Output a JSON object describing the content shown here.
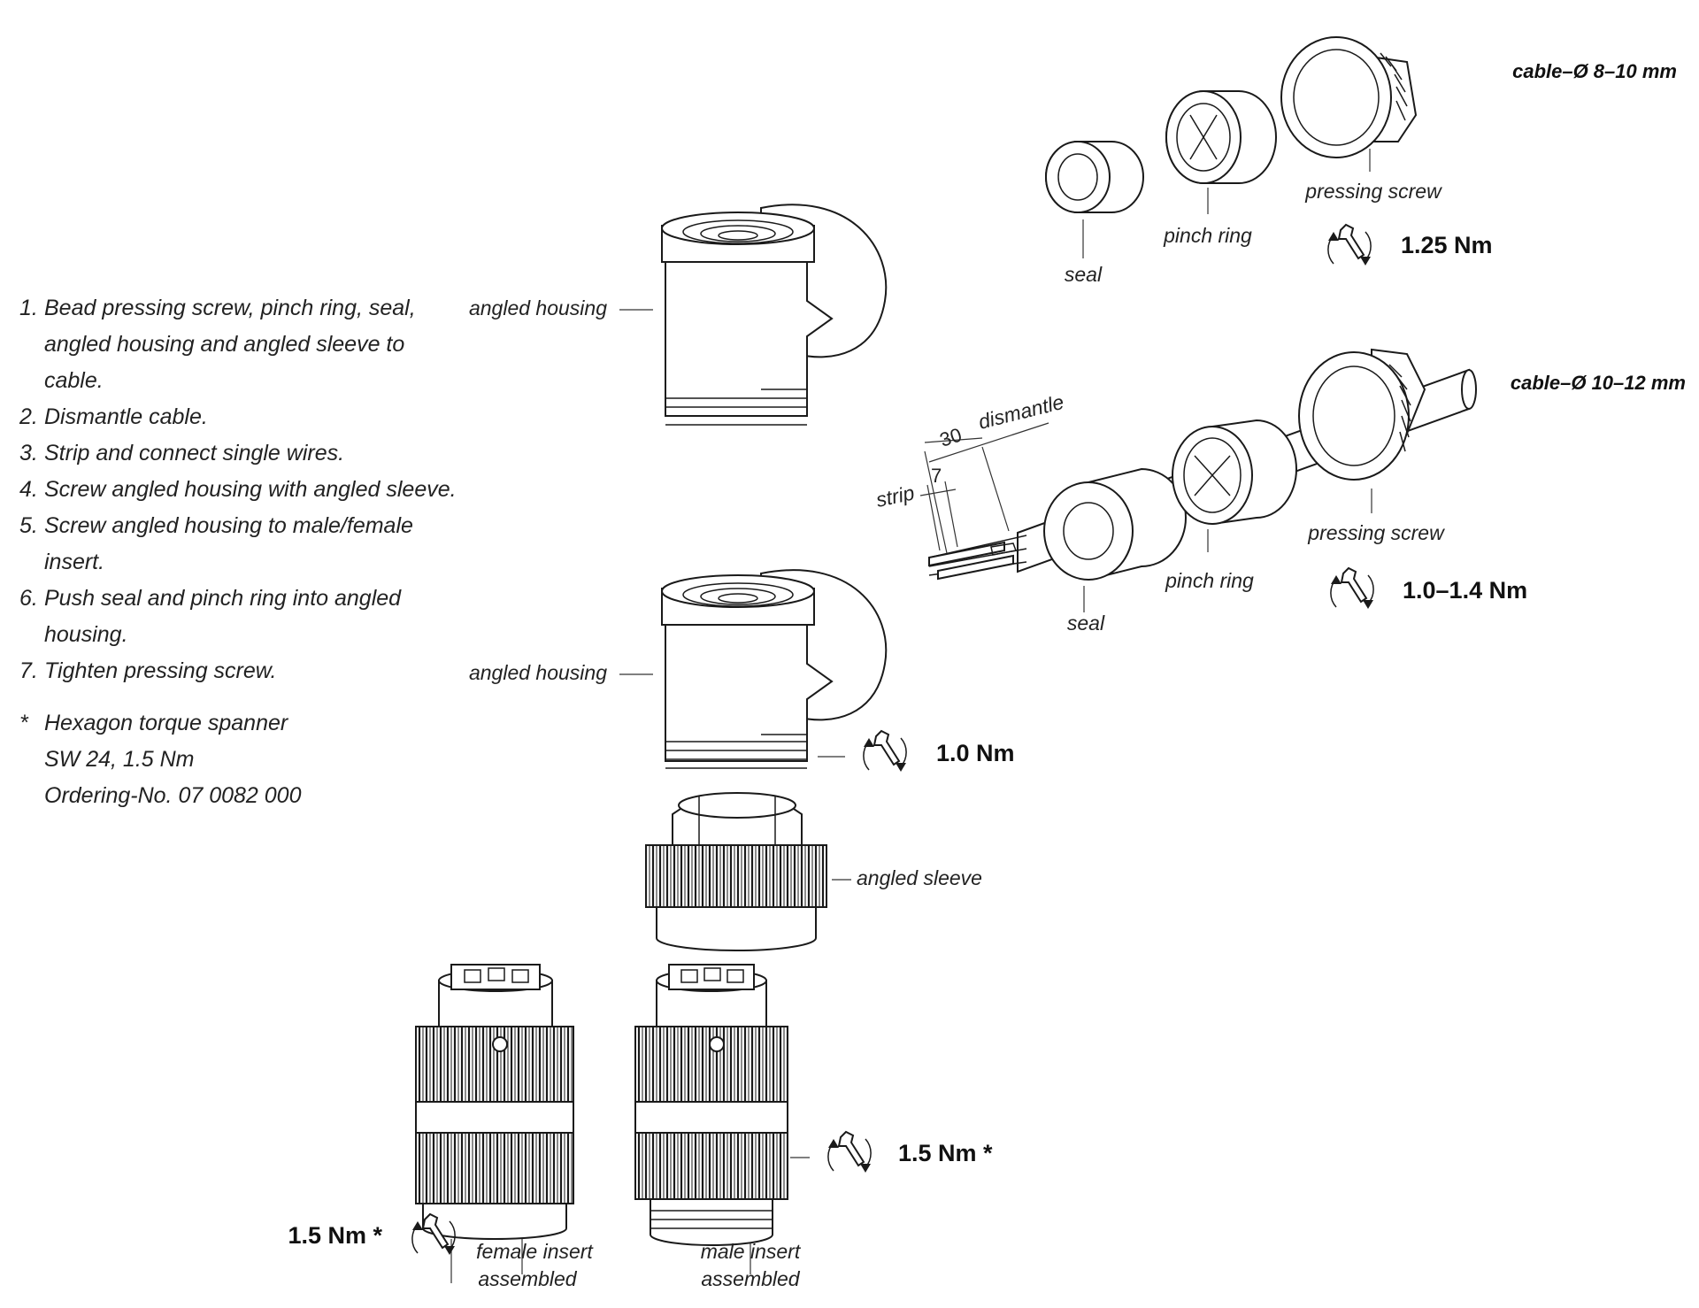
{
  "instructions": {
    "steps": [
      {
        "num": "1.",
        "text": "Bead pressing screw, pinch ring, seal, angled housing and angled sleeve to cable."
      },
      {
        "num": "2.",
        "text": "Dismantle cable."
      },
      {
        "num": "3.",
        "text": "Strip and connect single wires."
      },
      {
        "num": "4.",
        "text": "Screw angled housing with angled sleeve."
      },
      {
        "num": "5.",
        "text": "Screw angled housing to male/female insert."
      },
      {
        "num": "6.",
        "text": "Push seal and pinch ring into angled housing."
      },
      {
        "num": "7.",
        "text": "Tighten pressing screw."
      }
    ],
    "note": {
      "mark": "*",
      "line1": "Hexagon torque spanner",
      "line2": "SW 24, 1.5 Nm",
      "line3": "Ordering-No. 07 0082 000"
    }
  },
  "variant_small": {
    "cable": "cable–Ø 8–10 mm",
    "seal": "seal",
    "pinch_ring": "pinch ring",
    "pressing_screw": "pressing screw",
    "torque": "1.25 Nm"
  },
  "variant_large": {
    "cable": "cable–Ø 10–12 mm",
    "seal": "seal",
    "pinch_ring": "pinch ring",
    "pressing_screw": "pressing screw",
    "torque": "1.0–1.4 Nm",
    "dismantle_label": "dismantle",
    "dismantle_value": "30",
    "strip_label": "strip",
    "strip_value": "7"
  },
  "housing_top_label": "angled housing",
  "housing_mid_label": "angled housing",
  "housing_torque": "1.0 Nm",
  "sleeve_label": "angled sleeve",
  "female_insert": {
    "line1": "female insert",
    "line2": "assembled",
    "torque": "1.5 Nm *"
  },
  "male_insert": {
    "line1": "male insert",
    "line2": "assembled",
    "torque": "1.5 Nm *"
  },
  "colors": {
    "ink": "#1a1a1a",
    "paper": "#ffffff"
  }
}
